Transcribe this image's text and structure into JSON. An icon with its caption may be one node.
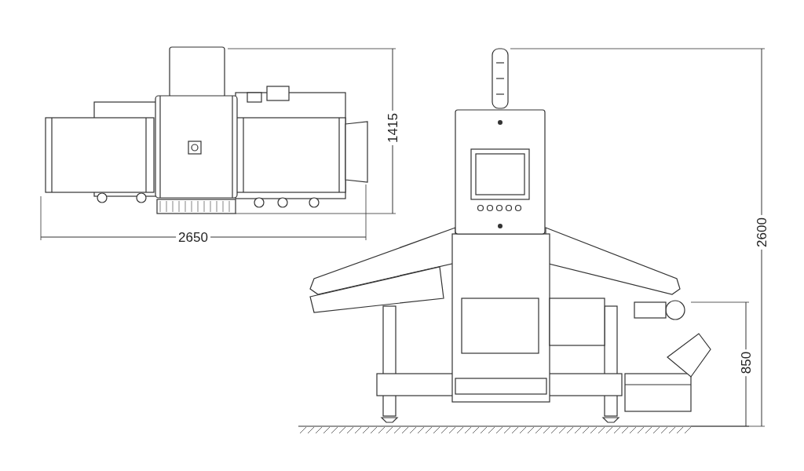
{
  "diagram": {
    "labels": [
      "1415",
      "2650",
      "2600",
      "850"
    ]
  }
}
